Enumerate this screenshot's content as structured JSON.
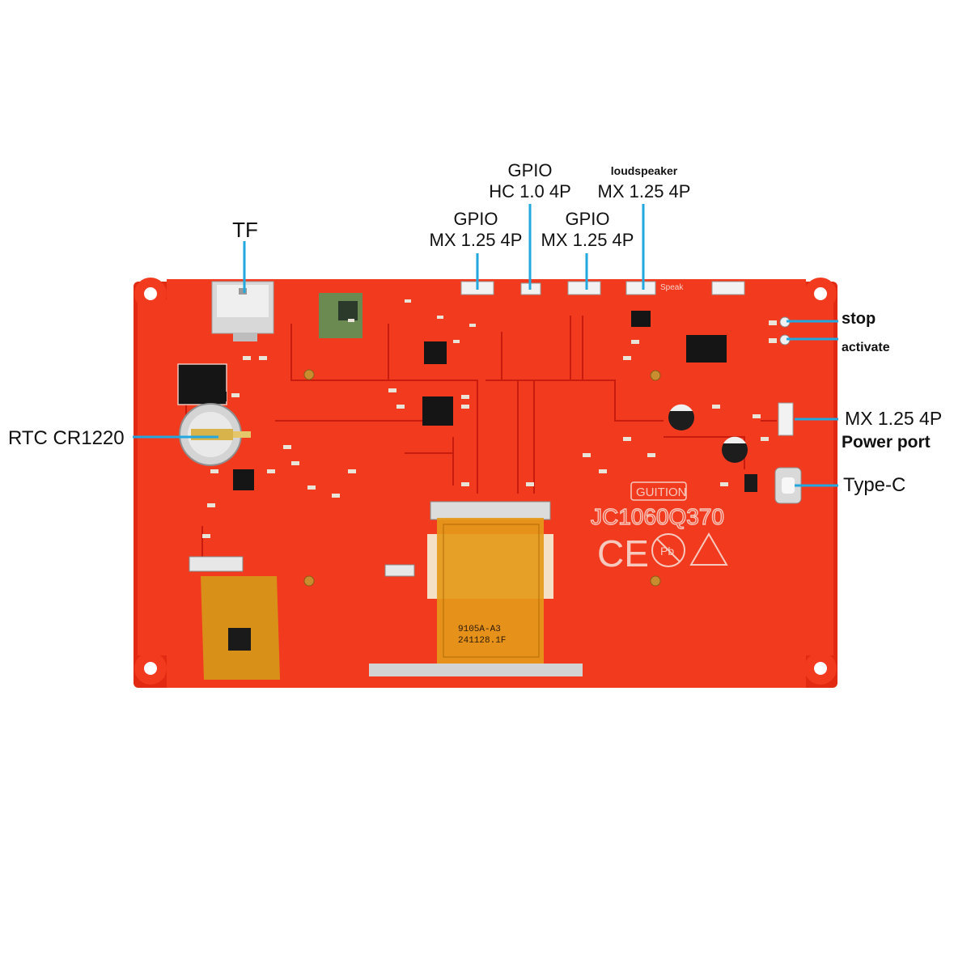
{
  "colors": {
    "board": "#f23a1f",
    "board_dark": "#d62c14",
    "leader": "#22a7df",
    "flex": "#e59a1a",
    "text": "#111111"
  },
  "labels": {
    "tf": "TF",
    "gpio_hc_line1": "GPIO",
    "gpio_hc_line2": "HC 1.0 4P",
    "gpio_left_line1": "GPIO",
    "gpio_left_line2": "MX 1.25 4P",
    "gpio_right_line1": "GPIO",
    "gpio_right_line2": "MX 1.25 4P",
    "speaker_line1": "loudspeaker",
    "speaker_line2": "MX 1.25 4P",
    "stop": "stop",
    "activate": "activate",
    "rtc": "RTC CR1220",
    "power_line1": "MX 1.25 4P",
    "power_line2": "Power port",
    "typec": "Type-C"
  },
  "board": {
    "brand": "GUITION",
    "model": "JC1060Q370",
    "speak_silk": "Speak",
    "flex_code_1": "9105A-A3",
    "flex_code_2": "241128.1F"
  },
  "icons": [
    "ce-mark-icon",
    "lead-free-icon",
    "esd-warning-icon"
  ]
}
